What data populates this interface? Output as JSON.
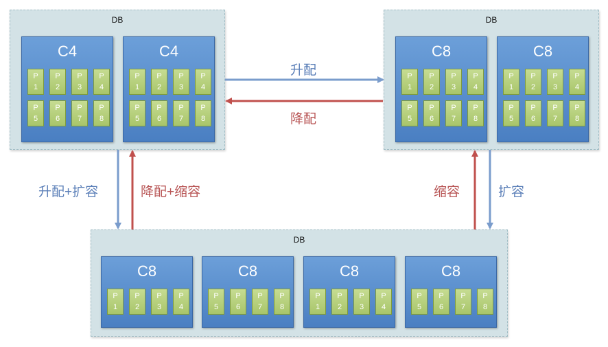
{
  "db_label": "DB",
  "partition_prefix": "P",
  "databases": {
    "top_left": {
      "nodes": [
        {
          "title": "C4",
          "parts": [
            "1",
            "2",
            "3",
            "4",
            "5",
            "6",
            "7",
            "8"
          ]
        },
        {
          "title": "C4",
          "parts": [
            "1",
            "2",
            "3",
            "4",
            "5",
            "6",
            "7",
            "8"
          ]
        }
      ]
    },
    "top_right": {
      "nodes": [
        {
          "title": "C8",
          "parts": [
            "1",
            "2",
            "3",
            "4",
            "5",
            "6",
            "7",
            "8"
          ]
        },
        {
          "title": "C8",
          "parts": [
            "1",
            "2",
            "3",
            "4",
            "5",
            "6",
            "7",
            "8"
          ]
        }
      ]
    },
    "bottom": {
      "nodes": [
        {
          "title": "C8",
          "parts": [
            "1",
            "2",
            "3",
            "4"
          ]
        },
        {
          "title": "C8",
          "parts": [
            "5",
            "6",
            "7",
            "8"
          ]
        },
        {
          "title": "C8",
          "parts": [
            "1",
            "2",
            "3",
            "4"
          ]
        },
        {
          "title": "C8",
          "parts": [
            "5",
            "6",
            "7",
            "8"
          ]
        }
      ]
    }
  },
  "arrows": {
    "upgrade": "升配",
    "downgrade": "降配",
    "upgrade_scale_out": "升配+扩容",
    "downgrade_scale_in": "降配+缩容",
    "scale_in": "缩容",
    "scale_out": "扩容"
  },
  "colors": {
    "blue_arrow": "#7a9ccc",
    "red_arrow": "#c0504d",
    "node_fill": "#4f81bd",
    "partition_fill": "#9bbb59",
    "db_fill": "#d3e2e6"
  }
}
